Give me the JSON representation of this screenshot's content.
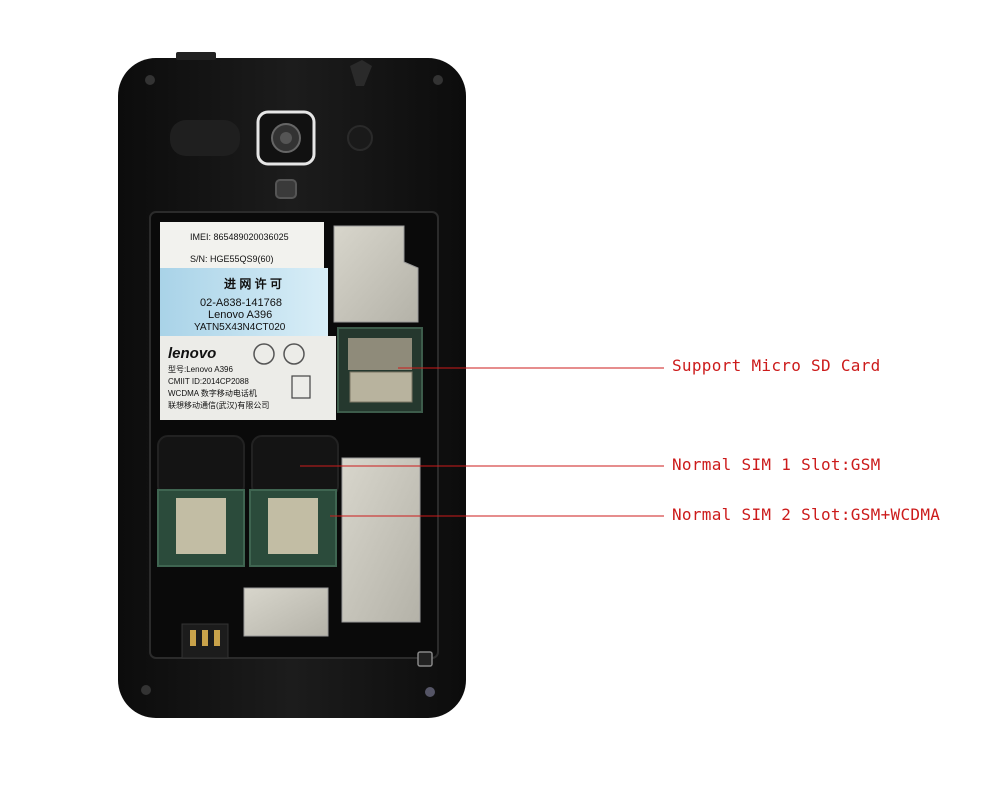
{
  "colors": {
    "callout": "#cc1b1b",
    "phone_body": "#141414",
    "pcb": "#2c4a3a",
    "metal": "#c9c7bd"
  },
  "icons": [
    "camera-icon",
    "flash-icon",
    "screw-icon"
  ],
  "callouts": {
    "sd_card": "Support Micro SD Card",
    "sim1": "Normal SIM 1 Slot:GSM",
    "sim2": "Normal SIM 2 Slot:GSM+WCDMA"
  },
  "labels": {
    "imei": "IMEI: 865489020036025",
    "sn": "S/N: HGE55QS9(60)",
    "network_license": "进 网 许 可",
    "license_code": "02-A838-141768",
    "license_model": "Lenovo A396",
    "license_serial": "YATN5X43N4CT020",
    "brand": "lenovo",
    "model_line": "型号:Lenovo A396",
    "cmiit": "CMIIT ID:2014CP2088",
    "wcdma": "WCDMA 数字移动电话机",
    "manufacturer": "联想移动通信(武汉)有限公司"
  }
}
